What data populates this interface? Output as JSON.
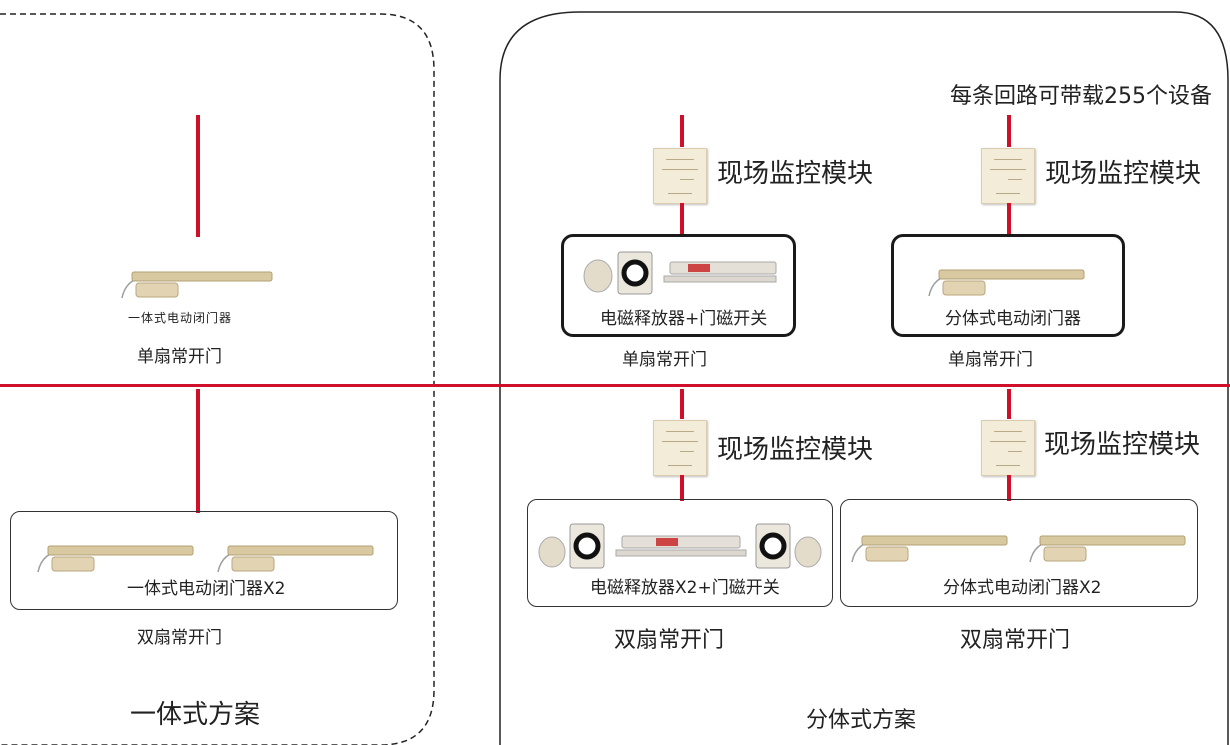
{
  "left_panel": {
    "top_device_label": "一体式电动闭门器",
    "single_door_caption": "单扇常开门",
    "double_device_label": "一体式电动闭门器X2",
    "double_door_caption": "双扇常开门",
    "scheme_title": "一体式方案"
  },
  "right_panel": {
    "capacity_note": "每条回路可带载255个设备",
    "module_label": "现场监控模块",
    "single_a_device_label": "电磁释放器+门磁开关",
    "single_a_caption": "单扇常开门",
    "single_b_device_label": "分体式电动闭门器",
    "single_b_caption": "单扇常开门",
    "double_a_device_label": "电磁释放器X2+门磁开关",
    "double_a_caption": "双扇常开门",
    "double_b_device_label": "分体式电动闭门器X2",
    "double_b_caption": "双扇常开门",
    "scheme_title": "分体式方案"
  },
  "colors": {
    "bus_line": "#d0102a",
    "border": "#222222",
    "device_tone": "#d8c9a3"
  }
}
